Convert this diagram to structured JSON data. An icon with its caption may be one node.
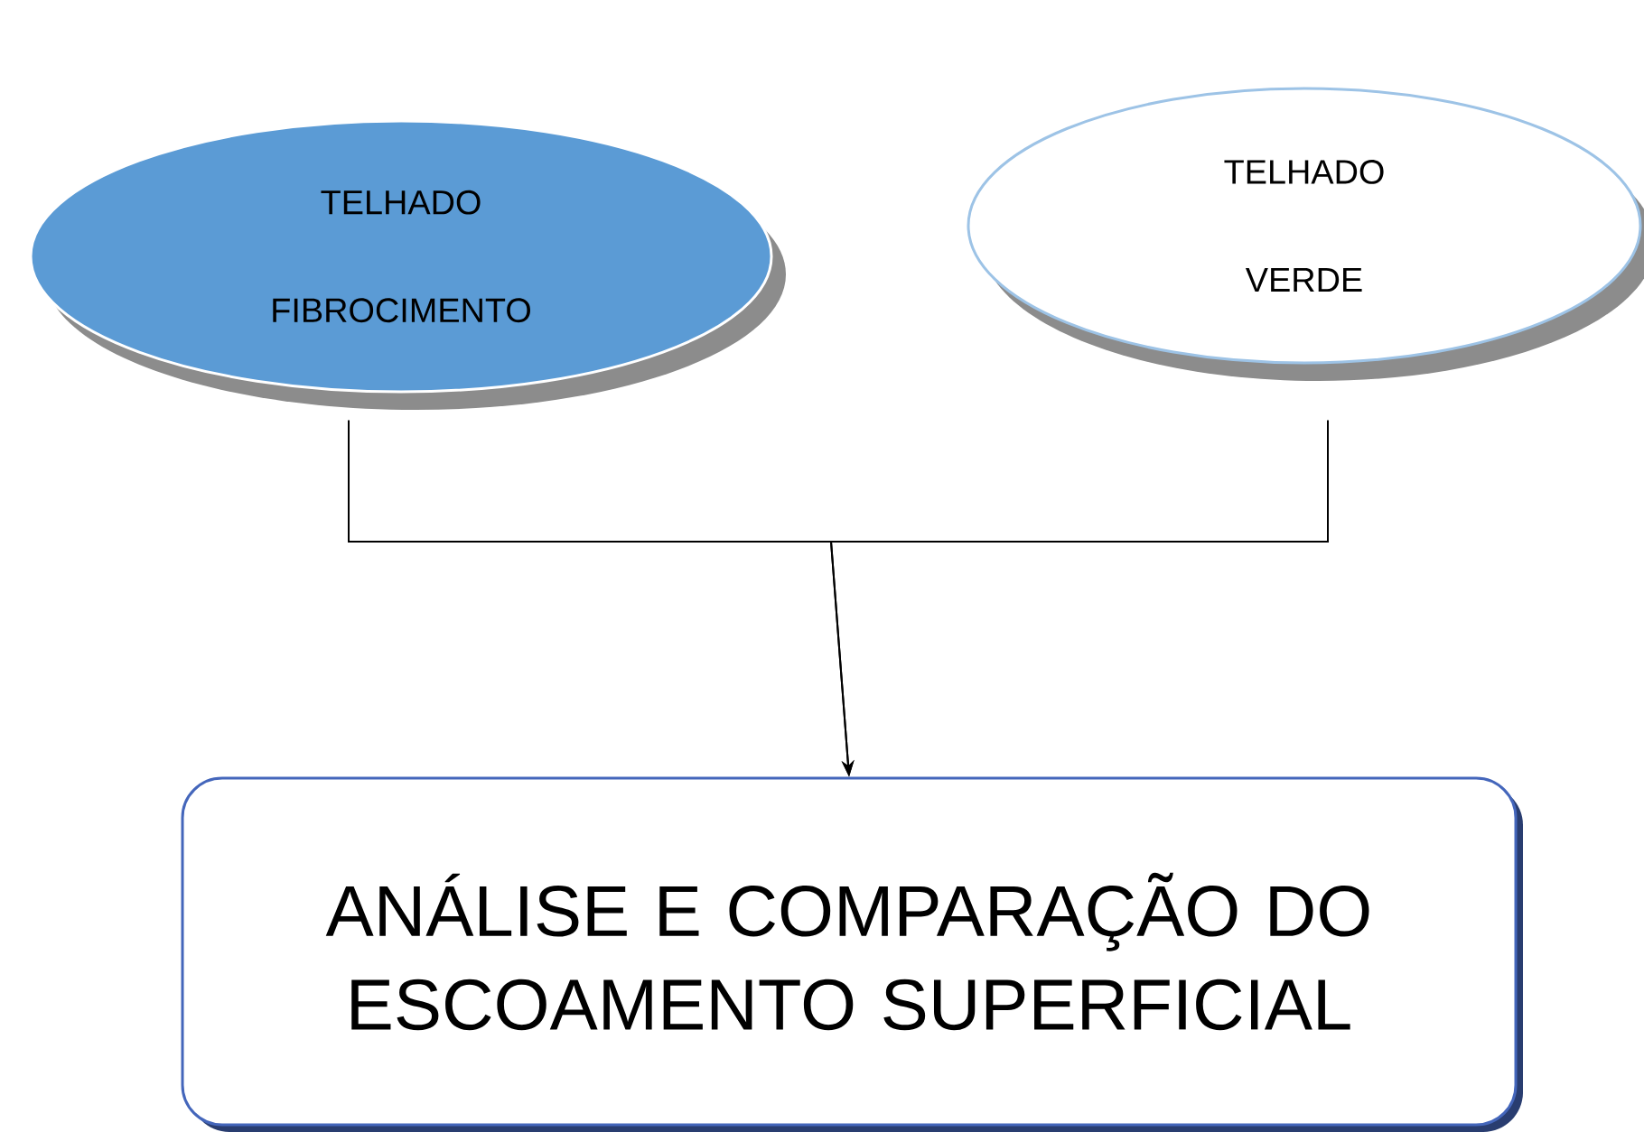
{
  "diagram": {
    "nodes": [
      {
        "text": [
          "TELHADO FIBROCIMENTO"
        ]
      },
      {
        "text": [
          "TELHADO VERDE"
        ]
      },
      {
        "text": [
          "ANÁLISE E COMPARAÇÃO DO ESCOAMENTO SUPERFICIAL"
        ]
      }
    ],
    "edges": [
      {
        "from": 0,
        "to": 2,
        "arrow": "to"
      },
      {
        "from": 1,
        "to": 2,
        "arrow": "to"
      }
    ]
  }
}
